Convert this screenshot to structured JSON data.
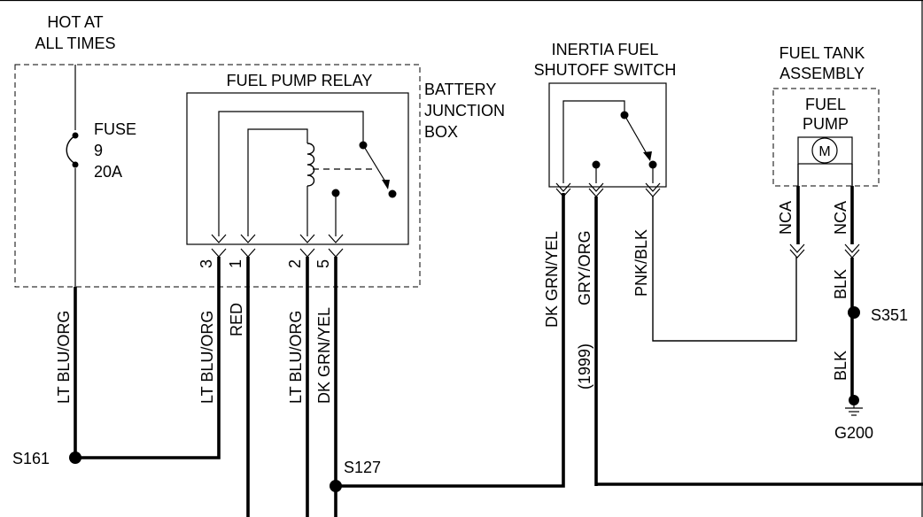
{
  "title_hot": [
    "HOT AT",
    "ALL TIMES"
  ],
  "fuse": [
    "FUSE",
    "9",
    "20A"
  ],
  "relay": {
    "title": "FUEL PUMP RELAY",
    "pins": [
      "3",
      "1",
      "2",
      "5"
    ]
  },
  "bjb": [
    "BATTERY",
    "JUNCTION",
    "BOX"
  ],
  "inertia": [
    "INERTIA FUEL",
    "SHUTOFF SWITCH"
  ],
  "fuel_tank": [
    "FUEL TANK",
    "ASSEMBLY"
  ],
  "fuel_pump": [
    "FUEL",
    "PUMP"
  ],
  "motor_symbol": "M",
  "wires": {
    "w1": "LT BLU/ORG",
    "w2": "LT BLU/ORG",
    "w3": "RED",
    "w4": "LT BLU/ORG",
    "w5": "DK GRN/YEL",
    "w6": "DK GRN/YEL",
    "w7": "GRY/ORG",
    "w7_note": "(1999)",
    "w8": "PNK/BLK",
    "w9": "NCA",
    "w10": "NCA",
    "w11": "BLK",
    "w12": "BLK"
  },
  "splices": {
    "s161": "S161",
    "s127": "S127",
    "s351": "S351"
  },
  "ground": "G200",
  "colors": {
    "line": "#000000",
    "background": "#ffffff"
  }
}
